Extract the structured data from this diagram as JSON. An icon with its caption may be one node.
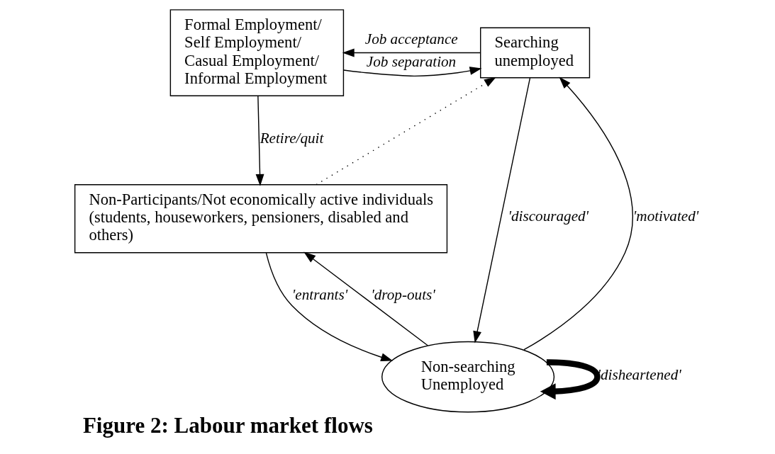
{
  "diagram": {
    "caption": "Figure 2: Labour market flows",
    "nodes": [
      {
        "text": [
          "Formal Employment/ Self Employment/ Casual Employment/ Informal Employment"
        ]
      },
      {
        "text": [
          "Searching unemployed"
        ]
      },
      {
        "text": [
          "Non-searching Unemployed"
        ]
      },
      {
        "text": [
          "Non-Participants/Not economically active individuals (students, houseworkers, pensioners, disabled and others)"
        ]
      }
    ],
    "edges": [
      {
        "from": 0,
        "to": 1,
        "arrow": "to",
        "label": "Job separation"
      },
      {
        "from": 1,
        "to": 0,
        "arrow": "to",
        "label": "Job acceptance"
      },
      {
        "from": 0,
        "to": 3,
        "arrow": "to",
        "label": "Retire/quit"
      },
      {
        "from": 2,
        "to": 1,
        "arrow": "to",
        "label": "'motivated'"
      },
      {
        "from": 1,
        "to": 2,
        "arrow": "to",
        "label": "'discouraged'"
      },
      {
        "from": 2,
        "to": 2,
        "arrow": "to",
        "label": "'disheartened'",
        "style": "thick"
      },
      {
        "from": 2,
        "to": 3,
        "arrow": "to",
        "label": "'drop-outs'"
      },
      {
        "from": 3,
        "to": 2,
        "arrow": "to",
        "label": "'entrants'"
      },
      {
        "from": 3,
        "to": 1,
        "arrow": "to",
        "style": "dashed"
      }
    ]
  }
}
